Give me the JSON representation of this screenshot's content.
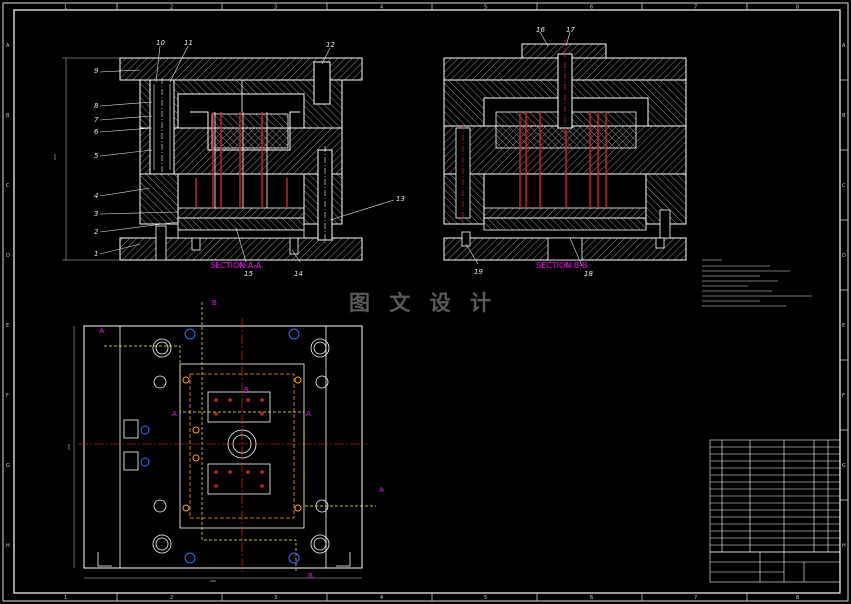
{
  "drawing": {
    "column_labels": [
      "1",
      "2",
      "3",
      "4",
      "5",
      "6",
      "7",
      "8"
    ],
    "row_labels": [
      "A",
      "B",
      "C",
      "D",
      "E",
      "F",
      "G",
      "H"
    ],
    "left_part_numbers": [
      "10",
      "11",
      "12",
      "9",
      "8",
      "7",
      "6",
      "5",
      "4",
      "3",
      "2",
      "1",
      "13",
      "14",
      "15"
    ],
    "right_part_numbers": [
      "16",
      "17",
      "19",
      "18"
    ],
    "section_left": "SECTION A-A",
    "section_right": "SECTION B-B",
    "plan_markers": [
      "A",
      "A",
      "A",
      "A",
      "B",
      "B",
      "B"
    ],
    "watermark": "图 文 设 计",
    "colors": {
      "line": "#ffffff",
      "hatch": "#9a9a9a",
      "section_text": "#ff00ff",
      "centerline": "#ff2020",
      "leader": "#e6e6e6",
      "ejector": "#d02020",
      "screw_blue": "#3a6cff",
      "screw_orange": "#ffa020",
      "dash_yellow": "#ffff40"
    }
  }
}
